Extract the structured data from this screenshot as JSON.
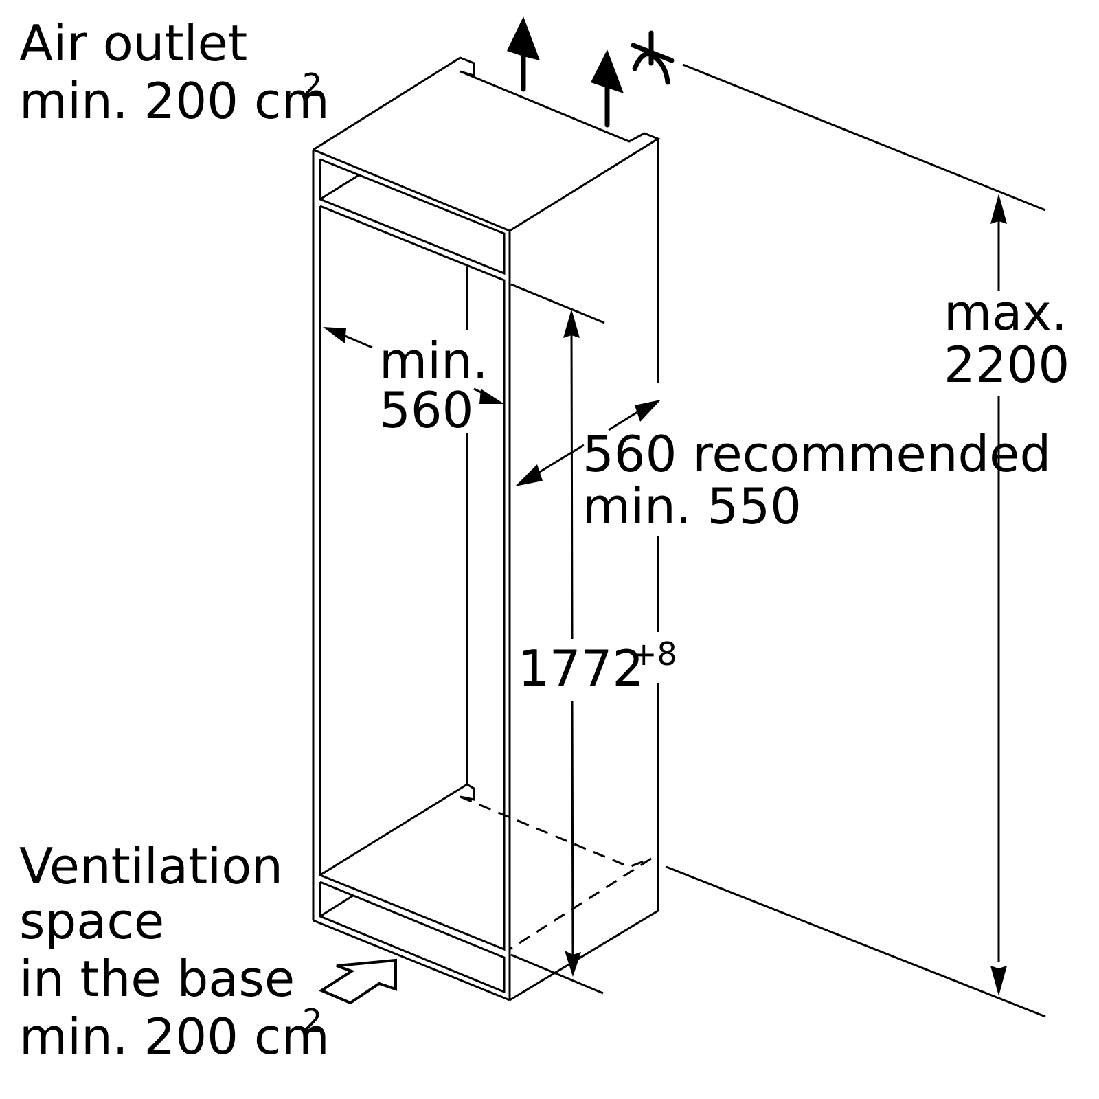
{
  "labels": {
    "air_outlet": {
      "line1": "Air outlet",
      "line2": "min. 200 cm",
      "sup": "2"
    },
    "ventilation": {
      "line1": "Ventilation",
      "line2": "space",
      "line3": "in the base",
      "line4": "min. 200 cm",
      "sup": "2"
    },
    "niche_width": {
      "line1": "min.",
      "line2": "560"
    },
    "niche_depth": {
      "line1": "560 recommended",
      "line2": "min. 550"
    },
    "niche_height": {
      "value": "1772",
      "tolerance": "+8"
    },
    "max_height": {
      "line1": "max.",
      "line2": "2200"
    }
  }
}
